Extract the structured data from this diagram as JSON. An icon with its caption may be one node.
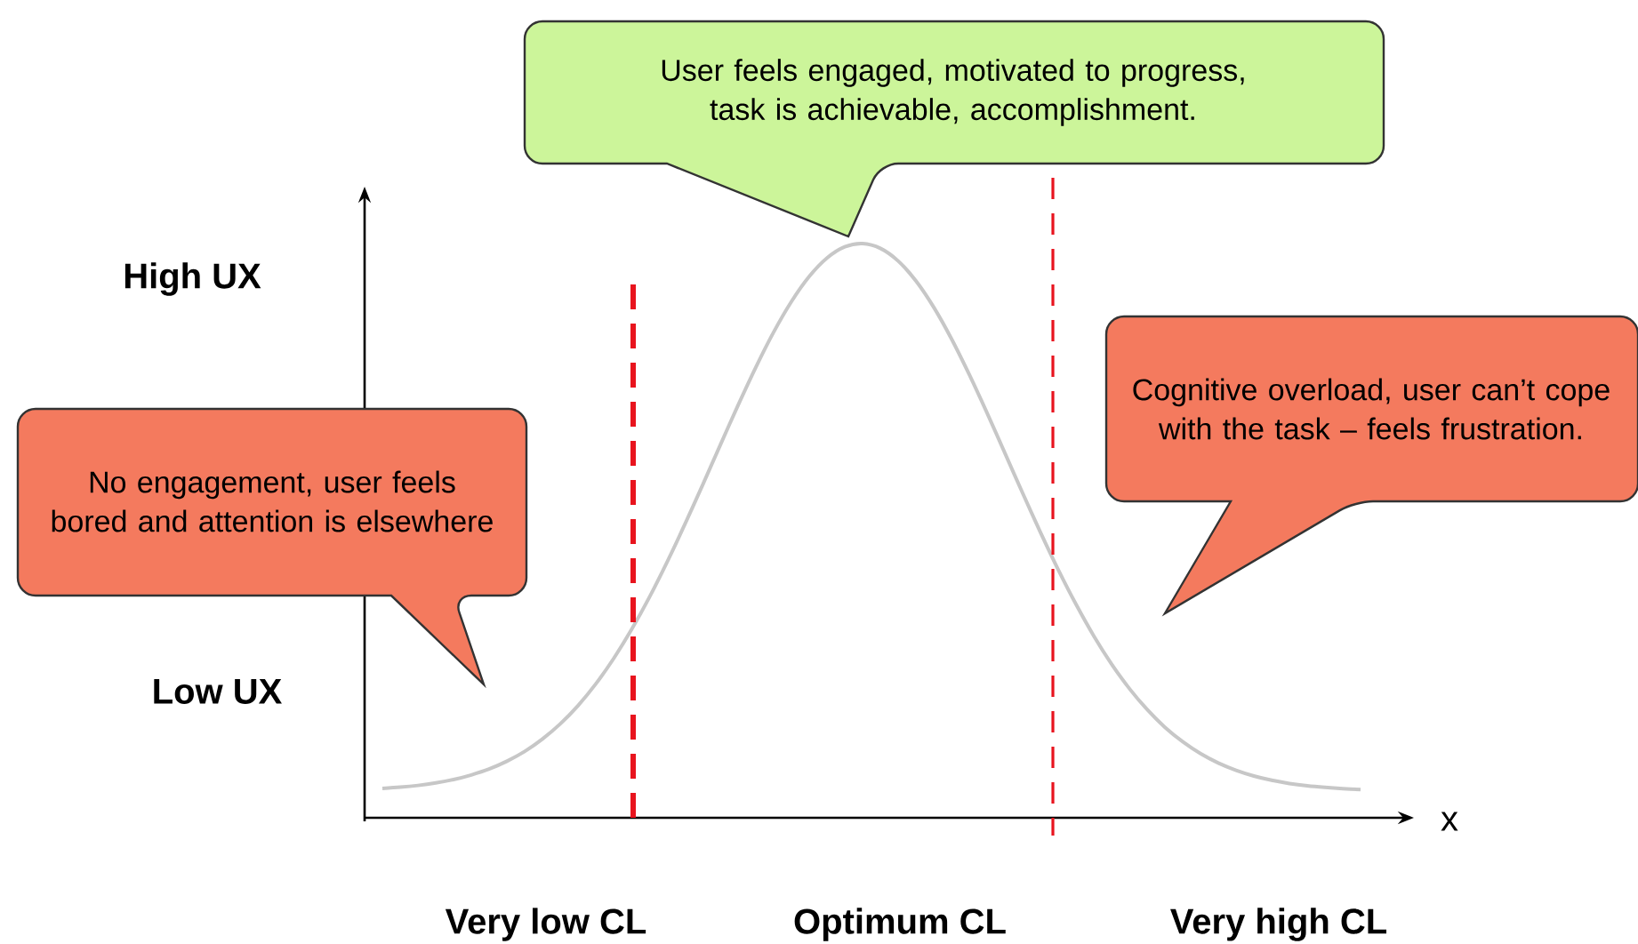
{
  "diagram": {
    "nodes": [
      {
        "text": [
          "User feels engaged, motivated to progress, task is achievable, accomplishment."
        ]
      },
      {
        "text": [
          "No engagement, user feels bored and attention is elsewhere"
        ]
      },
      {
        "text": [
          "Cognitive overload, user can’t cope with the task – feels frustration."
        ]
      }
    ],
    "labels": [
      "High UX",
      "Low UX",
      "x",
      "Very low CL",
      "Optimum CL",
      "Very high CL"
    ]
  }
}
